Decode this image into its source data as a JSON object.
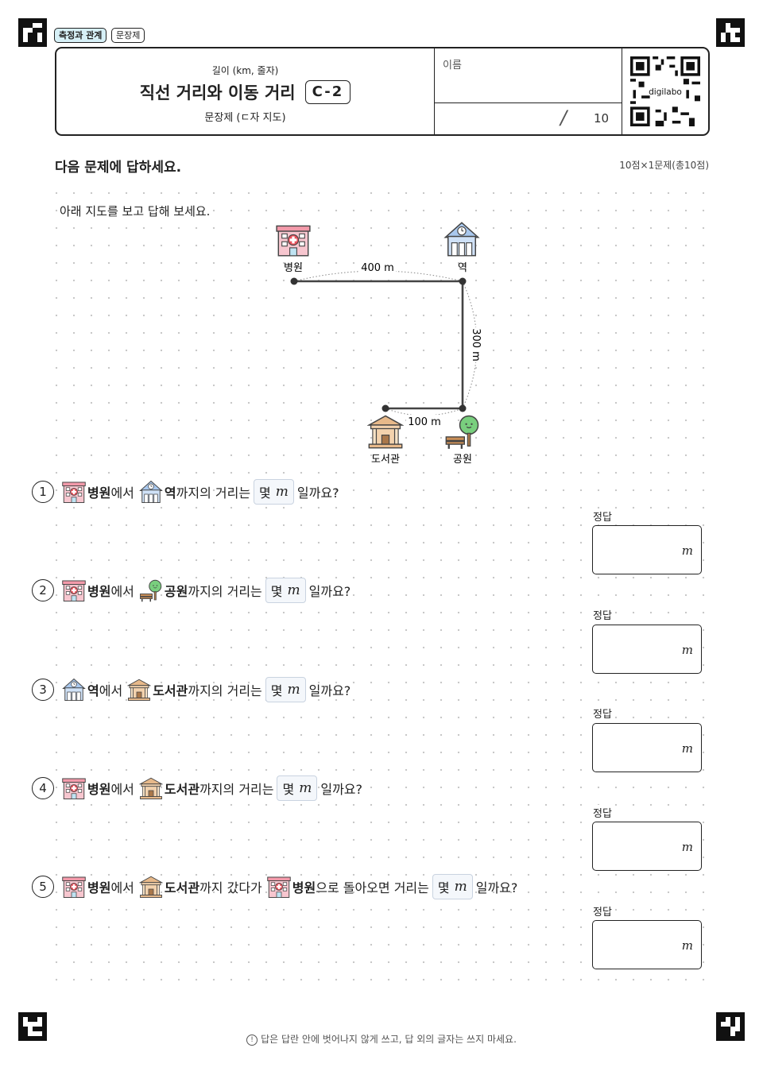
{
  "tags": [
    "측정과 관계",
    "문장제"
  ],
  "header": {
    "subject": "길이 (km, 줄자)",
    "title": "직선 거리와 이동 거리",
    "code": "C-2",
    "type": "문장제 (ㄷ자 지도)",
    "name_label": "이름",
    "score_slash": "/",
    "score_total": "10",
    "qr_text": "digilabo"
  },
  "instruction": "다음 문제에 답하세요.",
  "points": "10점×1문제(총10점)",
  "prompt": "아래 지도를 보고 답해 보세요.",
  "map": {
    "hospital": "병원",
    "station": "역",
    "library": "도서관",
    "park": "공원",
    "d1": "400 m",
    "d2": "300 m",
    "d3": "100 m"
  },
  "questions": [
    {
      "num": "1",
      "from": "병원",
      "from_suffix": "에서",
      "to": "역",
      "to_suffix": "까지의 거리는",
      "blank": "몇",
      "unit": "m",
      "tail": "일까요?"
    },
    {
      "num": "2",
      "from": "병원",
      "from_suffix": "에서",
      "to": "공원",
      "to_suffix": "까지의 거리는",
      "blank": "몇",
      "unit": "m",
      "tail": "일까요?"
    },
    {
      "num": "3",
      "from": "역",
      "from_suffix": "에서",
      "to": "도서관",
      "to_suffix": "까지의 거리는",
      "blank": "몇",
      "unit": "m",
      "tail": "일까요?"
    },
    {
      "num": "4",
      "from": "병원",
      "from_suffix": "에서",
      "to": "도서관",
      "to_suffix": "까지의 거리는",
      "blank": "몇",
      "unit": "m",
      "tail": "일까요?"
    },
    {
      "num": "5",
      "from": "병원",
      "from_suffix": "에서",
      "to": "도서관",
      "to_suffix": "까지 갔다가",
      "back": "병원",
      "back_suffix": "으로 돌아오면 거리는",
      "blank": "몇",
      "unit": "m",
      "tail": "일까요?"
    }
  ],
  "answer": {
    "label": "정답",
    "unit": "m"
  },
  "footer": "답은 답란 안에 벗어나지 않게 쓰고, 답 외의 글자는 쓰지 마세요."
}
